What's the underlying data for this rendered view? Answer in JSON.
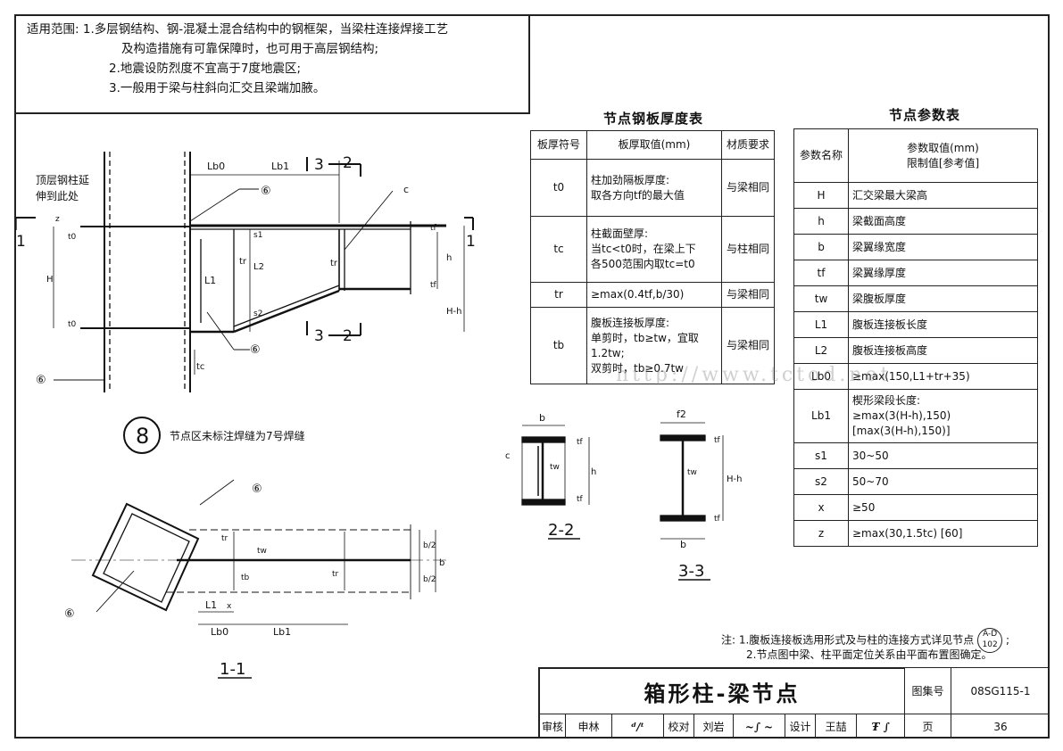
{
  "scope": {
    "label": "适用范围:",
    "lines": [
      "1.多层钢结构、钢-混凝土混合结构中的钢框架，当梁柱连接焊接工艺",
      "及构造措施有可靠保障时，也可用于高层钢结构;",
      "2.地震设防烈度不宜高于7度地震区;",
      "3.一般用于梁与柱斜向汇交且梁端加腋。"
    ]
  },
  "plate_table": {
    "title": "节点钢板厚度表",
    "headers": [
      "板厚符号",
      "板厚取值(mm)",
      "材质要求"
    ],
    "rows": [
      {
        "sym": "t0",
        "value": "柱加劲隔板厚度:\n取各方向tf的最大值",
        "mat": "与梁相同"
      },
      {
        "sym": "tc",
        "value": "柱截面壁厚:\n当tc<t0时，在梁上下\n各500范围内取tc=t0",
        "mat": "与柱相同"
      },
      {
        "sym": "tr",
        "value": "≥max(0.4tf,b/30)",
        "mat": "与梁相同"
      },
      {
        "sym": "tb",
        "value": "腹板连接板厚度:\n单剪时，tb≥tw，宜取\n1.2tw;\n双剪时，tb≥0.7tw",
        "mat": "与梁相同"
      }
    ]
  },
  "param_table": {
    "title": "节点参数表",
    "headers": [
      "参数名称",
      "参数取值(mm)\n限制值[参考值]"
    ],
    "rows": [
      {
        "sym": "H",
        "value": "汇交梁最大梁高"
      },
      {
        "sym": "h",
        "value": "梁截面高度"
      },
      {
        "sym": "b",
        "value": "梁翼缘宽度"
      },
      {
        "sym": "tf",
        "value": "梁翼缘厚度"
      },
      {
        "sym": "tw",
        "value": "梁腹板厚度"
      },
      {
        "sym": "L1",
        "value": "腹板连接板长度"
      },
      {
        "sym": "L2",
        "value": "腹板连接板高度"
      },
      {
        "sym": "Lb0",
        "value": "≥max(150,L1+tr+35)"
      },
      {
        "sym": "Lb1",
        "value": "楔形梁段长度:\n≥max(3(H-h),150)\n[max(3(H-h),150)]"
      },
      {
        "sym": "s1",
        "value": "30~50"
      },
      {
        "sym": "s2",
        "value": "50~70"
      },
      {
        "sym": "x",
        "value": "≥50"
      },
      {
        "sym": "z",
        "value": "≥max(30,1.5tc) [60]"
      }
    ]
  },
  "elevation": {
    "top_note": "顶层钢柱延",
    "top_note2": "伸到此处",
    "lb0": "Lb0",
    "lb1": "Lb1",
    "sec3": "3",
    "sec2": "2",
    "sec1": "1",
    "z": "z",
    "t0": "t0",
    "H": "H",
    "tr": "tr",
    "L1": "L1",
    "L2": "L2",
    "s1": "s1",
    "s2": "s2",
    "tc": "tc",
    "t0b": "t0",
    "tf": "tf",
    "h": "h",
    "Hh": "H-h",
    "tfb": "tf",
    "weld6": "⑥",
    "c": "c"
  },
  "weld_note": {
    "circle": "8",
    "text": "节点区未标注焊缝为7号焊缝"
  },
  "plan": {
    "tr": "tr",
    "tw": "tw",
    "tb": "tb",
    "tr2": "tr",
    "b2a": "b/2",
    "b2b": "b/2",
    "b": "b",
    "L1": "L1",
    "x": "x",
    "Lb0": "Lb0",
    "Lb1": "Lb1",
    "caption": "1-1",
    "weld6": "⑥"
  },
  "sec22": {
    "b": "b",
    "tf": "tf",
    "tw": "tw",
    "h": "h",
    "tfb": "tf",
    "caption": "2-2",
    "c": "c"
  },
  "sec33": {
    "f2": "f2",
    "tf": "tf",
    "tw": "tw",
    "Hh": "H-h",
    "tfb": "tf",
    "b": "b",
    "caption": "3-3"
  },
  "notes": {
    "line1": "注: 1.腹板连接板选用形式及与柱的连接方式详见节点",
    "ref_top": "A-D",
    "ref_bot": "102",
    "semicolon": ";",
    "line2": "2.节点图中梁、柱平面定位关系由平面布置图确定。"
  },
  "watermark": "http://www.tctod.net",
  "title_block": {
    "title": "箱形柱-梁节点",
    "atlas_label": "图集号",
    "atlas_no": "08SG115-1",
    "review": "审核",
    "reviewer": "申林",
    "check": "校对",
    "checker": "刘岩",
    "design": "设计",
    "designer": "王喆",
    "page_label": "页",
    "page_no": "36"
  }
}
